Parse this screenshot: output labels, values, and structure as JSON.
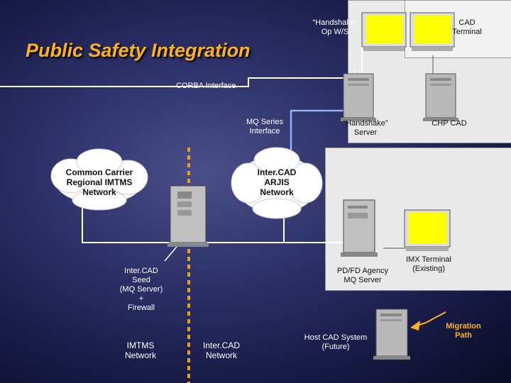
{
  "title": "Public Safety Integration",
  "labels": {
    "handshake_ops": "“Handshake”\nOp W/S",
    "cad_terminal": "CAD\nTerminal",
    "corba": "CORBA Interface",
    "mq_series": "MQ Series\nInterface",
    "handshake_server": "“Handshake”\nServer",
    "chp_cad": "CHP CAD",
    "common_carrier": "Common Carrier\nRegional IMTMS\nNetwork",
    "intercad_arjis": "Inter.CAD\nARJIS\nNetwork",
    "intercad_seed": "Inter.CAD\nSeed\n(MQ Server)\n+\nFirewall",
    "pdfd_agency": "PD/FD Agency\nMQ Server",
    "imx_terminal": "IMX Terminal\n(Existing)",
    "imtms_network": "IMTMS\nNetwork",
    "intercad_network": "Inter.CAD\nNetwork",
    "host_cad": "Host CAD System\n(Future)",
    "migration_path": "Migration\nPath"
  },
  "colors": {
    "title": "#ffb21a",
    "background": "#232759",
    "panel": "#e9e9e9",
    "firewall": "#e8a020",
    "screen": "#ffff00",
    "link": "#ffffff",
    "migration": "#ffb21a"
  }
}
